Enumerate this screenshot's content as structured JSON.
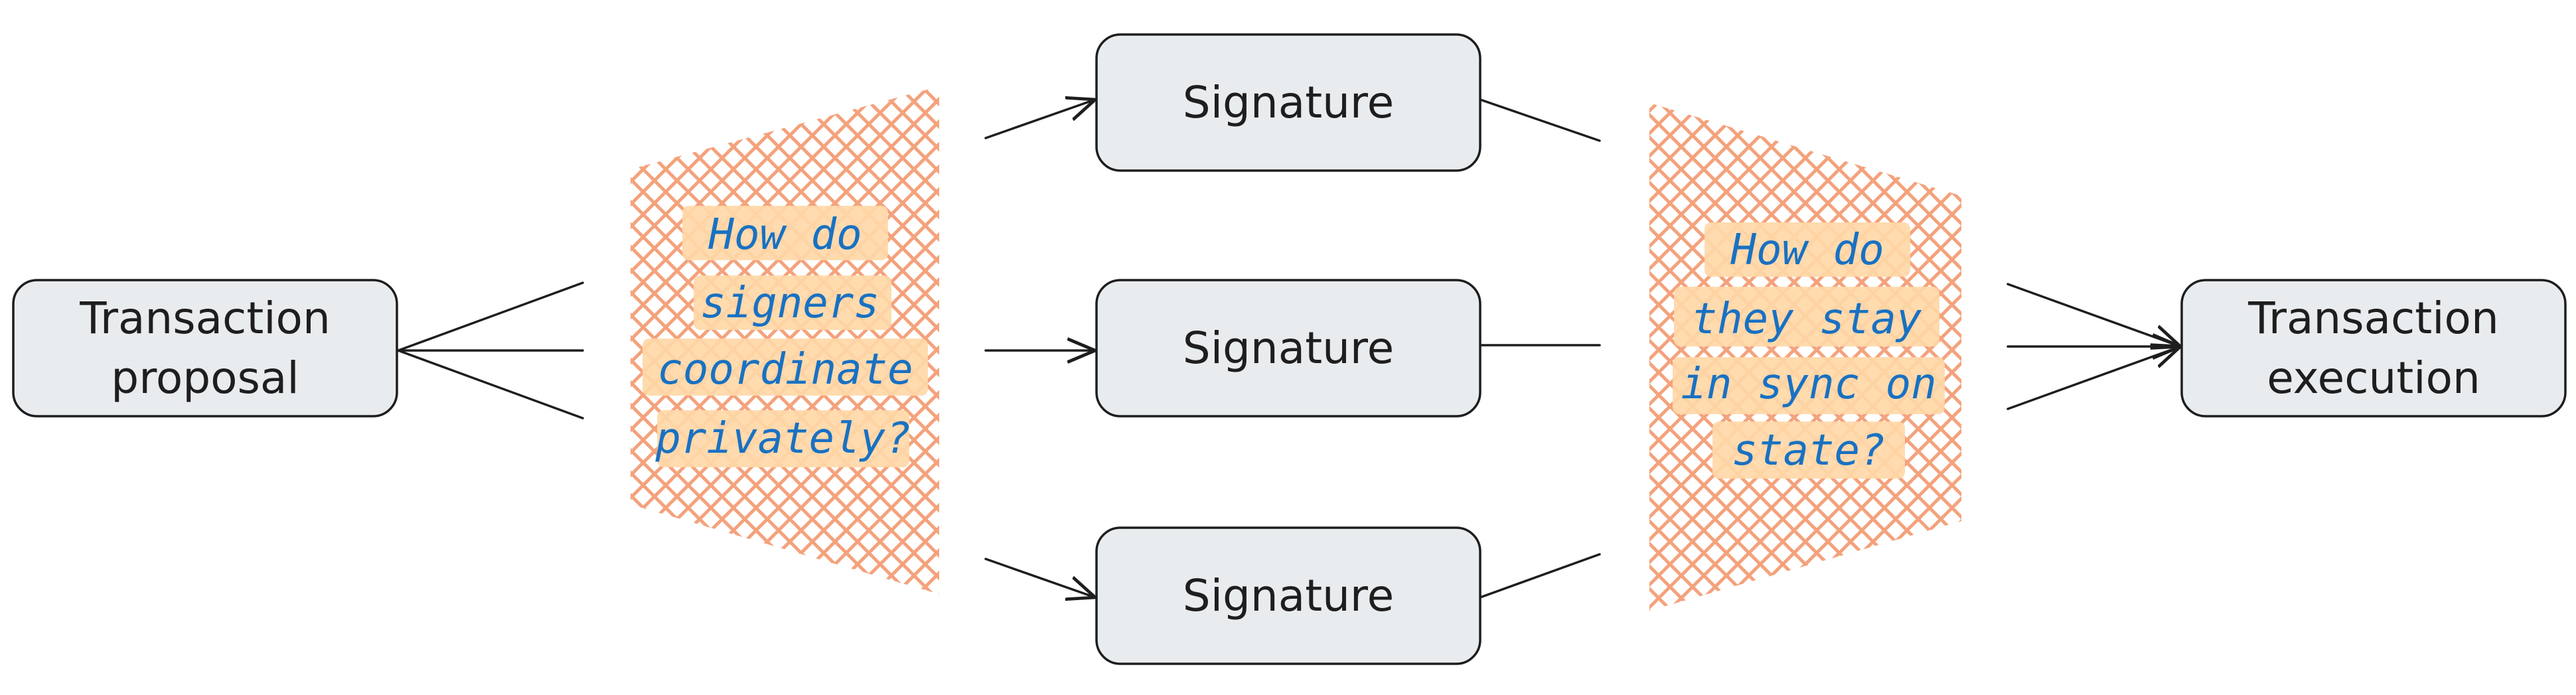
{
  "nodes": {
    "proposal": [
      "Transaction",
      "proposal"
    ],
    "sig_top": "Signature",
    "sig_mid": "Signature",
    "sig_bottom": "Signature",
    "execution": [
      "Transaction",
      "execution"
    ]
  },
  "questions": {
    "coordinate": [
      "How do",
      "signers",
      "coordinate",
      "privately?"
    ],
    "sync": [
      "How do",
      "they stay",
      "in sync on",
      "state?"
    ]
  },
  "colors": {
    "box_fill": "#e9ecef",
    "box_stroke": "#1e1e1e",
    "hatch": "#f4a27c",
    "highlight": "#ffd8a8",
    "question_text": "#1971c2"
  }
}
